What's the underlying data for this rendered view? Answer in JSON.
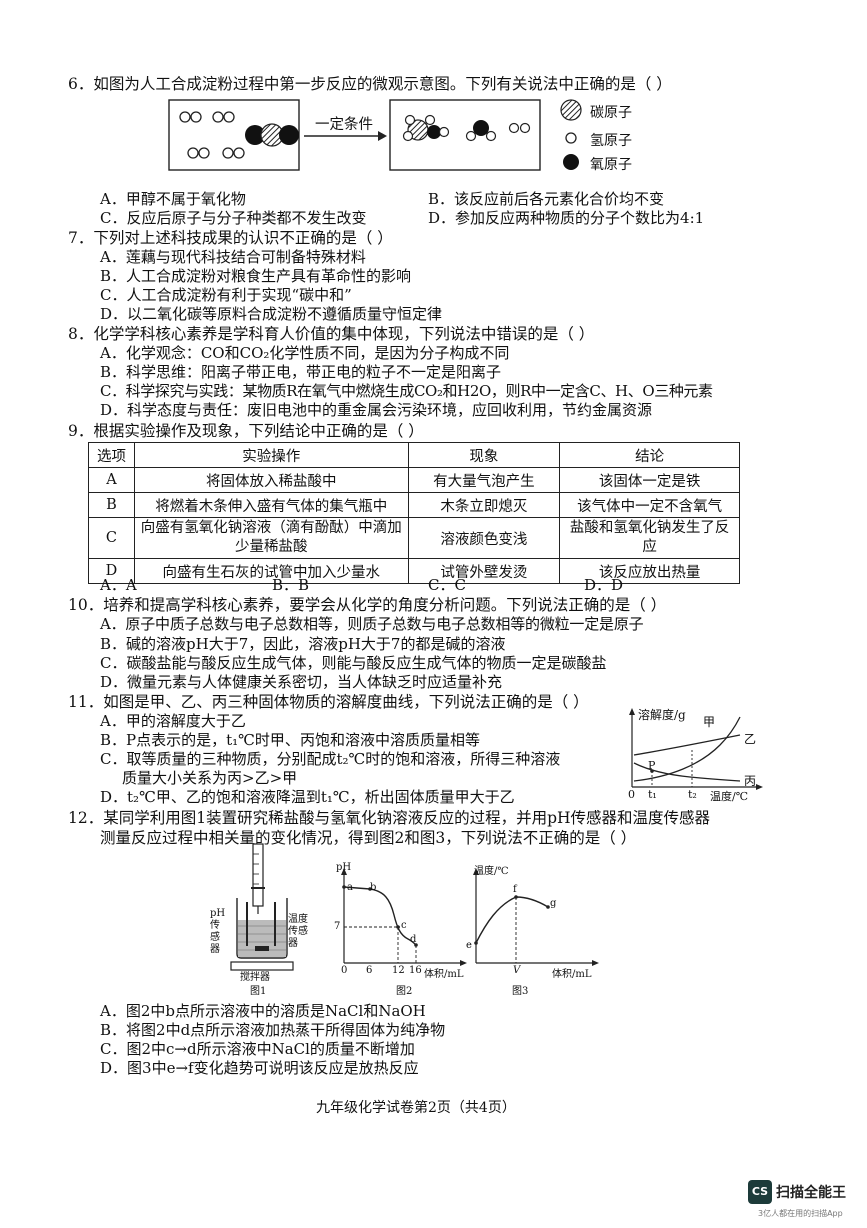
{
  "q6": {
    "stem": "6．如图为人工合成淀粉过程中第一步反应的微观示意图。下列有关说法中正确的是（    ）",
    "arrow_label": "一定条件",
    "legend": [
      "碳原子",
      "氢原子",
      "氧原子"
    ],
    "opts": [
      "A．甲醇不属于氧化物",
      "B．该反应前后各元素化合价均不变",
      "C．反应后原子与分子种类都不发生改变",
      "D．参加反应两种物质的分子个数比为4:1"
    ]
  },
  "q7": {
    "stem": "7．下列对上述科技成果的认识不正确的是（    ）",
    "opts": [
      "A．莲藕与现代科技结合可制备特殊材料",
      "B．人工合成淀粉对粮食生产具有革命性的影响",
      "C．人工合成淀粉有利于实现“碳中和”",
      "D．以二氧化碳等原料合成淀粉不遵循质量守恒定律"
    ]
  },
  "q8": {
    "stem": "8．化学学科核心素养是学科育人价值的集中体现，下列说法中错误的是（    ）",
    "opts": [
      "A．化学观念：CO和CO₂化学性质不同，是因为分子构成不同",
      "B．科学思维：阳离子带正电，带正电的粒子不一定是阳离子",
      "C．科学探究与实践：某物质R在氧气中燃烧生成CO₂和H2O，则R中一定含C、H、O三种元素",
      "D．科学态度与责任：废旧电池中的重金属会污染环境，应回收利用，节约金属资源"
    ]
  },
  "q9": {
    "stem": "9．根据实验操作及现象，下列结论中正确的是（    ）",
    "headers": [
      "选项",
      "实验操作",
      "现象",
      "结论"
    ],
    "rows": [
      [
        "A",
        "将固体放入稀盐酸中",
        "有大量气泡产生",
        "该固体一定是铁"
      ],
      [
        "B",
        "将燃着木条伸入盛有气体的集气瓶中",
        "木条立即熄灭",
        "该气体中一定不含氧气"
      ],
      [
        "C",
        "向盛有氢氧化钠溶液（滴有酚酞）中滴加少量稀盐酸",
        "溶液颜色变浅",
        "盐酸和氢氧化钠发生了反应"
      ],
      [
        "D",
        "向盛有生石灰的试管中加入少量水",
        "试管外壁发烫",
        "该反应放出热量"
      ]
    ],
    "opts": [
      "A．A",
      "B．B",
      "C．C",
      "D．D"
    ]
  },
  "q10": {
    "stem": "10．培养和提高学科核心素养，要学会从化学的角度分析问题。下列说法正确的是（    ）",
    "opts": [
      "A．原子中质子总数与电子总数相等，则质子总数与电子总数相等的微粒一定是原子",
      "B．碱的溶液pH大于7，因此，溶液pH大于7的都是碱的溶液",
      "C．碳酸盐能与酸反应生成气体，则能与酸反应生成气体的物质一定是碳酸盐",
      "D．微量元素与人体健康关系密切，当人体缺乏时应适量补充"
    ]
  },
  "q11": {
    "stem": "11．如图是甲、乙、丙三种固体物质的溶解度曲线，下列说法正确的是（    ）",
    "opts": [
      "A．甲的溶解度大于乙",
      "B．P点表示的是，t₁℃时甲、丙饱和溶液中溶质质量相等",
      "C．取等质量的三种物质，分别配成t₂℃时的饱和溶液，所得三种溶液",
      "质量大小关系为丙>乙>甲",
      "D．t₂℃甲、乙的饱和溶液降温到t₁℃，析出固体质量甲大于乙"
    ],
    "chart": {
      "ylabel": "溶解度/g",
      "xlabel": "温度/℃",
      "origin": "0",
      "t1": "t₁",
      "t2": "t₂",
      "p": "P",
      "series": [
        "甲",
        "乙",
        "丙"
      ]
    }
  },
  "q12": {
    "stem1": "12．某同学利用图1装置研究稀盐酸与氢氧化钠溶液反应的过程，并用pH传感器和温度传感器",
    "stem2": "测量反应过程中相关量的变化情况，得到图2和图3，下列说法不正确的是（    ）",
    "fig1": {
      "label": "图1",
      "left_label": [
        "pH",
        "传",
        "感",
        "器"
      ],
      "right_label": [
        "温度",
        "传感",
        "器"
      ],
      "stirrer": "搅拌器"
    },
    "fig2": {
      "label": "图2",
      "ylabel": "pH",
      "xlabel": "体积/mL",
      "ticks": [
        "0",
        "6",
        "12",
        "16"
      ],
      "y_tick": "7",
      "points": [
        "a",
        "b",
        "c",
        "d"
      ]
    },
    "fig3": {
      "label": "图3",
      "ylabel": "温度/℃",
      "xlabel": "体积/mL",
      "x_tick": "V",
      "points": [
        "e",
        "f",
        "g"
      ]
    },
    "opts": [
      "A．图2中b点所示溶液中的溶质是NaCl和NaOH",
      "B．将图2中d点所示溶液加热蒸干所得固体为纯净物",
      "C．图2中c→d所示溶液中NaCl的质量不断增加",
      "D．图3中e→f变化趋势可说明该反应是放热反应"
    ]
  },
  "footer": "九年级化学试卷第2页（共4页）",
  "watermark": {
    "name": "扫描全能王",
    "sub": "3亿人都在用的扫描App",
    "badge": "CS"
  }
}
